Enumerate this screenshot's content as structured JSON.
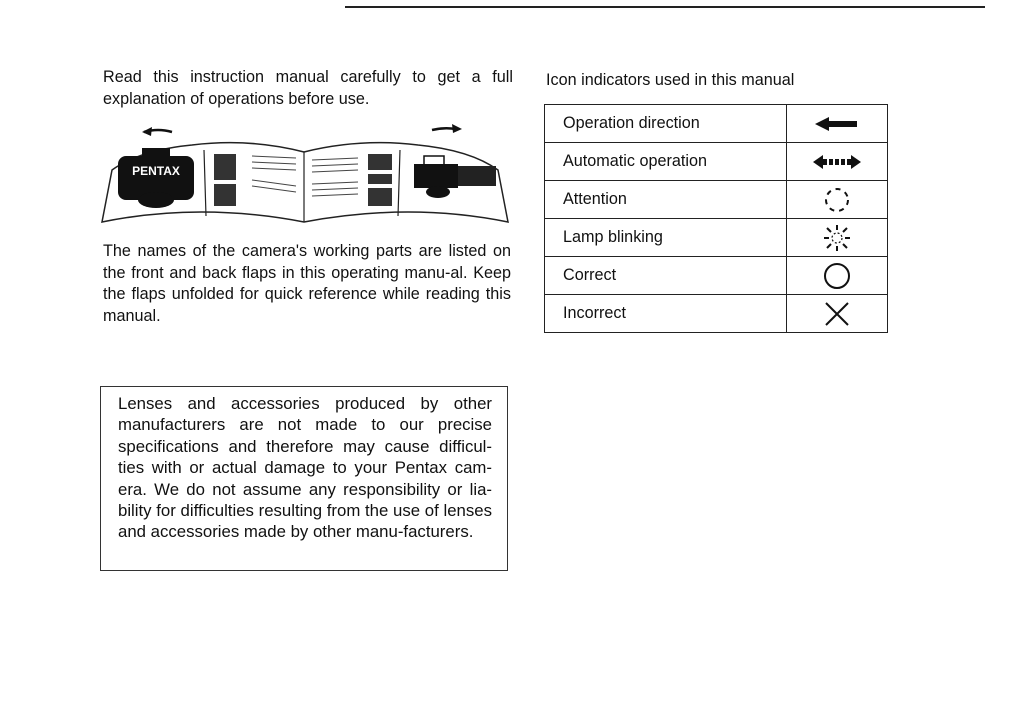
{
  "intro_text": "Read this instruction manual carefully to get a full explanation of operations before use.",
  "illustration": {
    "brand_label": "PENTAX"
  },
  "parts_text": "The names of the camera's working parts are listed on the front and back flaps in this operating manu-al. Keep the flaps unfolded for quick reference while reading this manual.",
  "notice_text": "Lenses and accessories produced by other manufacturers are not made to our precise specifications and therefore may cause difficul-ties with or actual damage to your Pentax cam-era. We do not assume any responsibility or lia-bility for difficulties resulting from the use of lenses and accessories made by other manu-facturers.",
  "icon_section": {
    "heading": "Icon indicators used in this manual",
    "rows": [
      {
        "label": "Operation direction",
        "icon": "arrow-left-icon"
      },
      {
        "label": "Automatic operation",
        "icon": "double-arrow-icon"
      },
      {
        "label": "Attention",
        "icon": "dashed-circle-icon"
      },
      {
        "label": "Lamp blinking",
        "icon": "blinking-lamp-icon"
      },
      {
        "label": "Correct",
        "icon": "circle-icon"
      },
      {
        "label": "Incorrect",
        "icon": "cross-icon"
      }
    ]
  }
}
